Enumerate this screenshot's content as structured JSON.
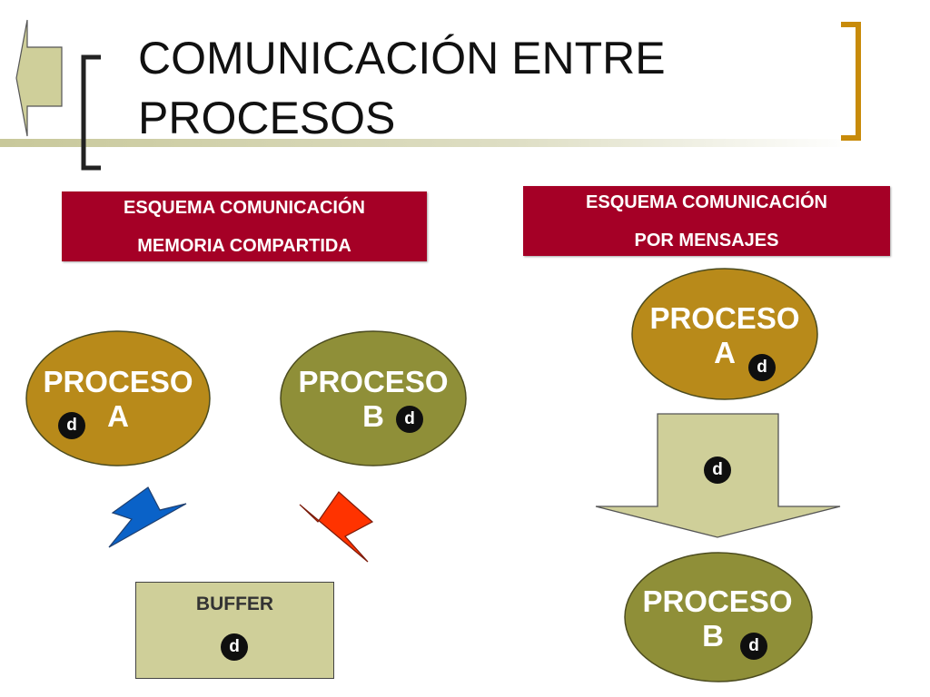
{
  "title": {
    "line1": "COMUNICACIÓN ENTRE",
    "line2": "PROCESOS"
  },
  "colors": {
    "header_red": "#a50026",
    "process_a": "#b88a1a",
    "process_b": "#8f8f38",
    "buffer": "#cfcf99",
    "arrow_blue": "#0a62c8",
    "arrow_red": "#ff3300",
    "arrow_khaki": "#cfcf99"
  },
  "shared_memory": {
    "header_line1": "ESQUEMA COMUNICACIÓN",
    "header_line2": "MEMORIA COMPARTIDA",
    "process_a": {
      "line1": "PROCESO",
      "line2": "A",
      "badge": "d"
    },
    "process_b": {
      "line1": "PROCESO",
      "line2": "B",
      "badge": "d"
    },
    "buffer": {
      "label": "BUFFER",
      "badge": "d"
    }
  },
  "messages": {
    "header_line1": "ESQUEMA COMUNICACIÓN",
    "header_line2": "POR MENSAJES",
    "process_a": {
      "line1": "PROCESO",
      "line2": "A",
      "badge": "d"
    },
    "arrow_badge": "d",
    "process_b": {
      "line1": "PROCESO",
      "line2": "B",
      "badge": "d"
    }
  }
}
